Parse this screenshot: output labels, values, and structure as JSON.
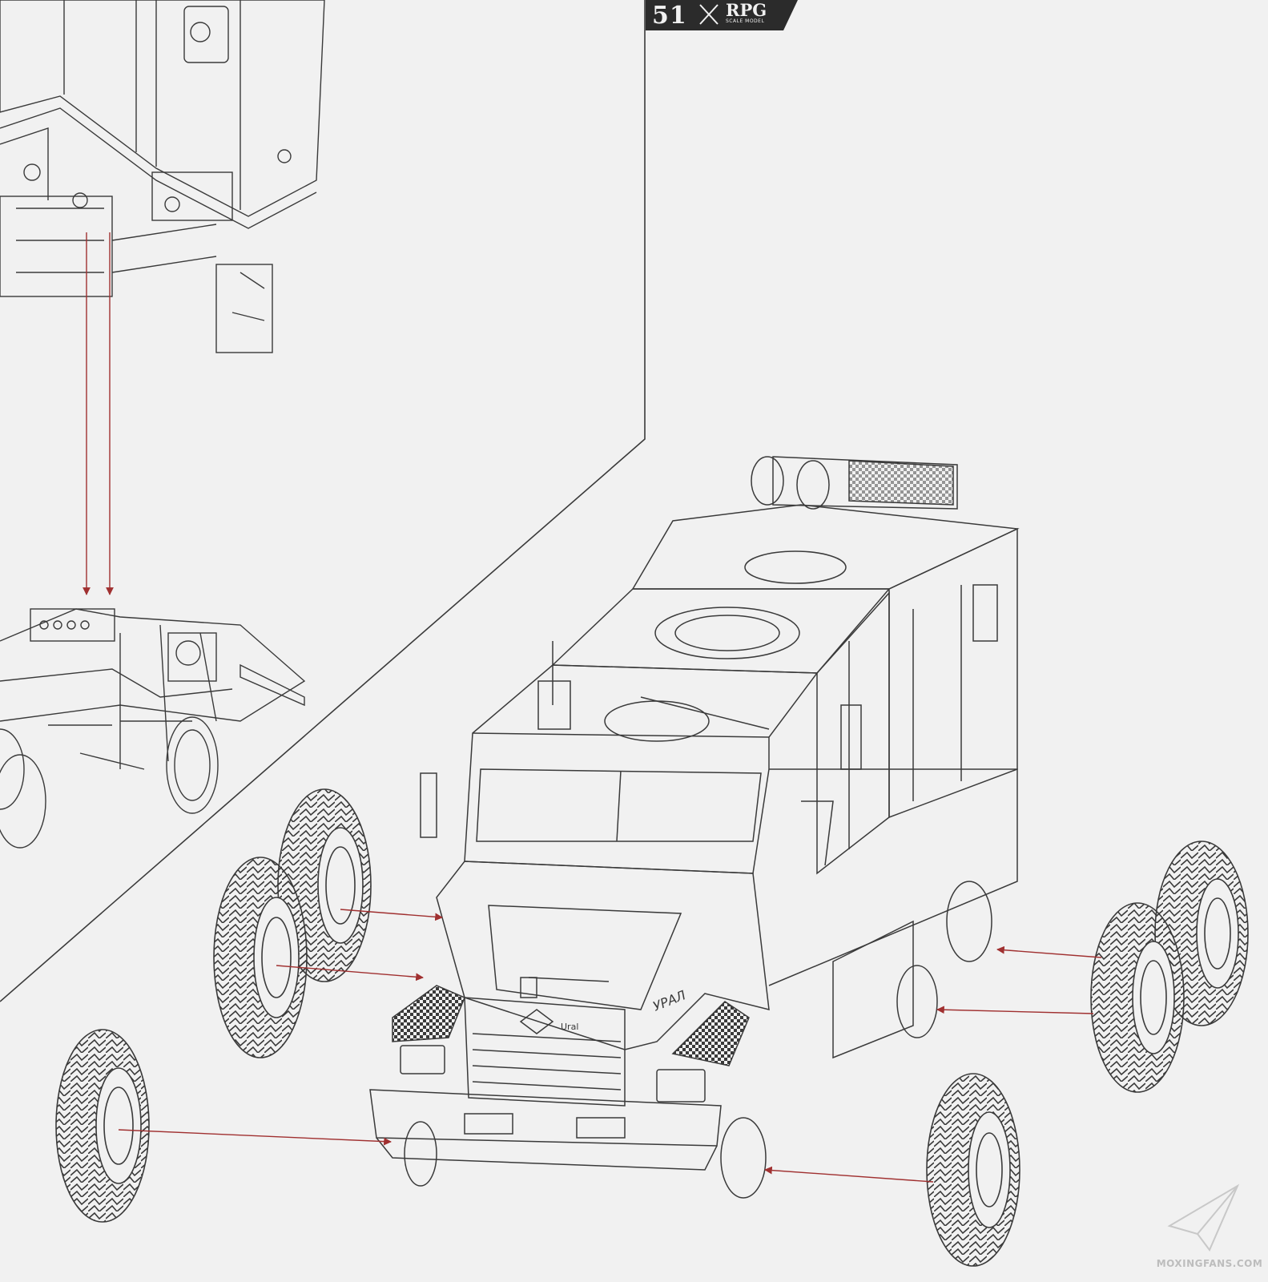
{
  "page": {
    "page_number": "51",
    "brand": "RPG",
    "brand_subtitle": "SCALE MODEL",
    "vehicle_marking": "УРАЛ",
    "grille_marking": "Ural",
    "watermark": "MOXINGFANS.COM"
  },
  "colors": {
    "paper": "#f1f1f1",
    "line": "#3a3a3a",
    "arrow": "#a03030",
    "badge": "#2b2b2b"
  },
  "icons": [
    "crossed-swords-icon",
    "paper-plane-icon"
  ]
}
